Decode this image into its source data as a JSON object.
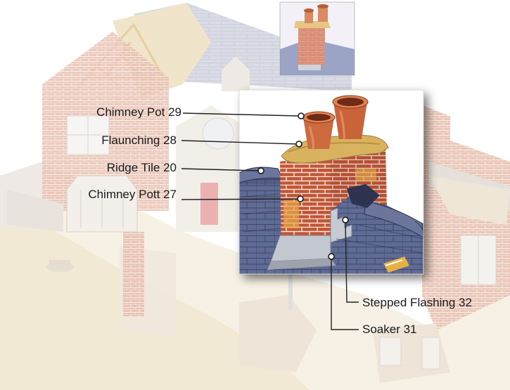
{
  "callouts": {
    "chimney_pot_29": "Chimney Pot 29",
    "flaunching_28": "Flaunching 28",
    "ridge_tile_20": "Ridge Tile 20",
    "chimney_pott_27": "Chimney Pott 27",
    "stepped_flashing_32": "Stepped Flashing 32",
    "soaker_31": "Soaker 31"
  },
  "colors": {
    "brick": "#c8563a",
    "slate_roof": "#5c6790",
    "flaunching": "#d8b15f",
    "lead_flashing": "#b8bcc4",
    "faded_house": "#e9e4de",
    "leader_line": "#222222"
  }
}
